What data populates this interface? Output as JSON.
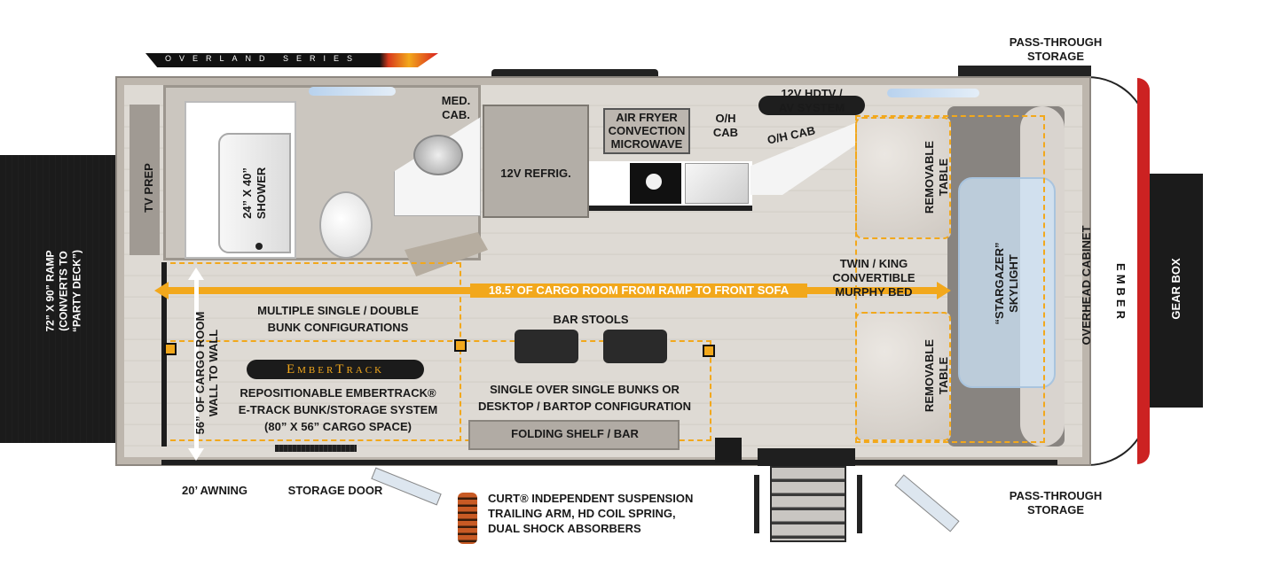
{
  "series_badge": "OVERLAND SERIES",
  "brand_logo": "EMBER",
  "embertrack_logo": "EmberTrack",
  "labels": {
    "pass_through_top": "PASS-THROUGH\nSTORAGE",
    "pass_through_bottom": "PASS-THROUGH\nSTORAGE",
    "gear_box": "GEAR BOX",
    "overhead_cabinet": "OVERHEAD CABINET",
    "skylight": "“STARGAZER”\nSKYLIGHT",
    "removable_table_top": "REMOVABLE\nTABLE",
    "removable_table_bottom": "REMOVABLE\nTABLE",
    "hdtv": "12V HDTV /\nAV SYSTEM",
    "oh_cab_1": "O/H\nCAB",
    "oh_cab_2": "O/H CAB",
    "microwave": "AIR FRYER\nCONVECTION\nMICROWAVE",
    "refrig": "12V REFRIG.",
    "med_cab": "MED.\nCAB.",
    "shower": "24” X 40”\nSHOWER",
    "tv_prep": "TV PREP",
    "ramp": "72” x 90” RAMP\n(CONVERTS TO\n“PARTY DECK”)",
    "cargo_length": "18.5’ OF CARGO ROOM FROM RAMP TO FRONT SOFA",
    "murphy_bed": "TWIN / KING\nCONVERTIBLE\nMURPHY BED",
    "cargo_width": "56” OF CARGO ROOM\nWALL TO WALL",
    "bunk_configs": "MULTIPLE SINGLE / DOUBLE\nBUNK CONFIGURATIONS",
    "bar_stools": "BAR STOOLS",
    "embertrack_desc": "REPOSITIONABLE EMBERTRACK®\nE-TRACK BUNK/STORAGE SYSTEM\n(80” x 56” CARGO SPACE)",
    "bunks_desc": "SINGLE OVER SINGLE BUNKS OR\nDESKTOP / BARTOP CONFIGURATION",
    "folding_shelf": "FOLDING SHELF / BAR",
    "awning": "20’ AWNING",
    "storage_door": "STORAGE DOOR",
    "suspension": "CURT® INDEPENDENT SUSPENSION\nTRAILING ARM, HD COIL SPRING,\nDUAL SHOCK ABSORBERS"
  },
  "colors": {
    "accent": "#f2a81c",
    "wall": "#b8b2aa",
    "floor": "#dedad4",
    "ramp": "#1e1e1e"
  }
}
